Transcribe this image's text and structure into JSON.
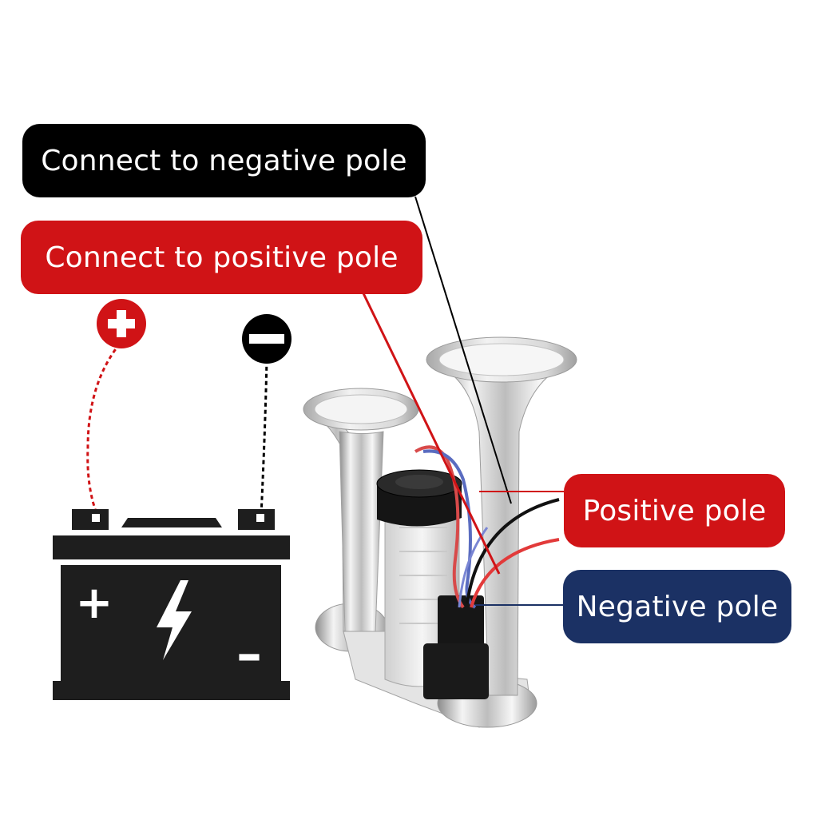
{
  "labels": {
    "connect_negative": "Connect to negative pole",
    "connect_positive": "Connect to positive pole",
    "positive_pole": "Positive pole",
    "negative_pole": "Negative pole"
  },
  "battery": {
    "plus_symbol": "+",
    "minus_symbol": "–"
  },
  "colors": {
    "red": "#d01316",
    "black": "#000000",
    "navy": "#1b3164",
    "battery": "#1e1e1e"
  },
  "icons": [
    "plus-circle-icon",
    "minus-circle-icon",
    "car-battery-icon",
    "lightning-icon",
    "air-horn-image"
  ]
}
